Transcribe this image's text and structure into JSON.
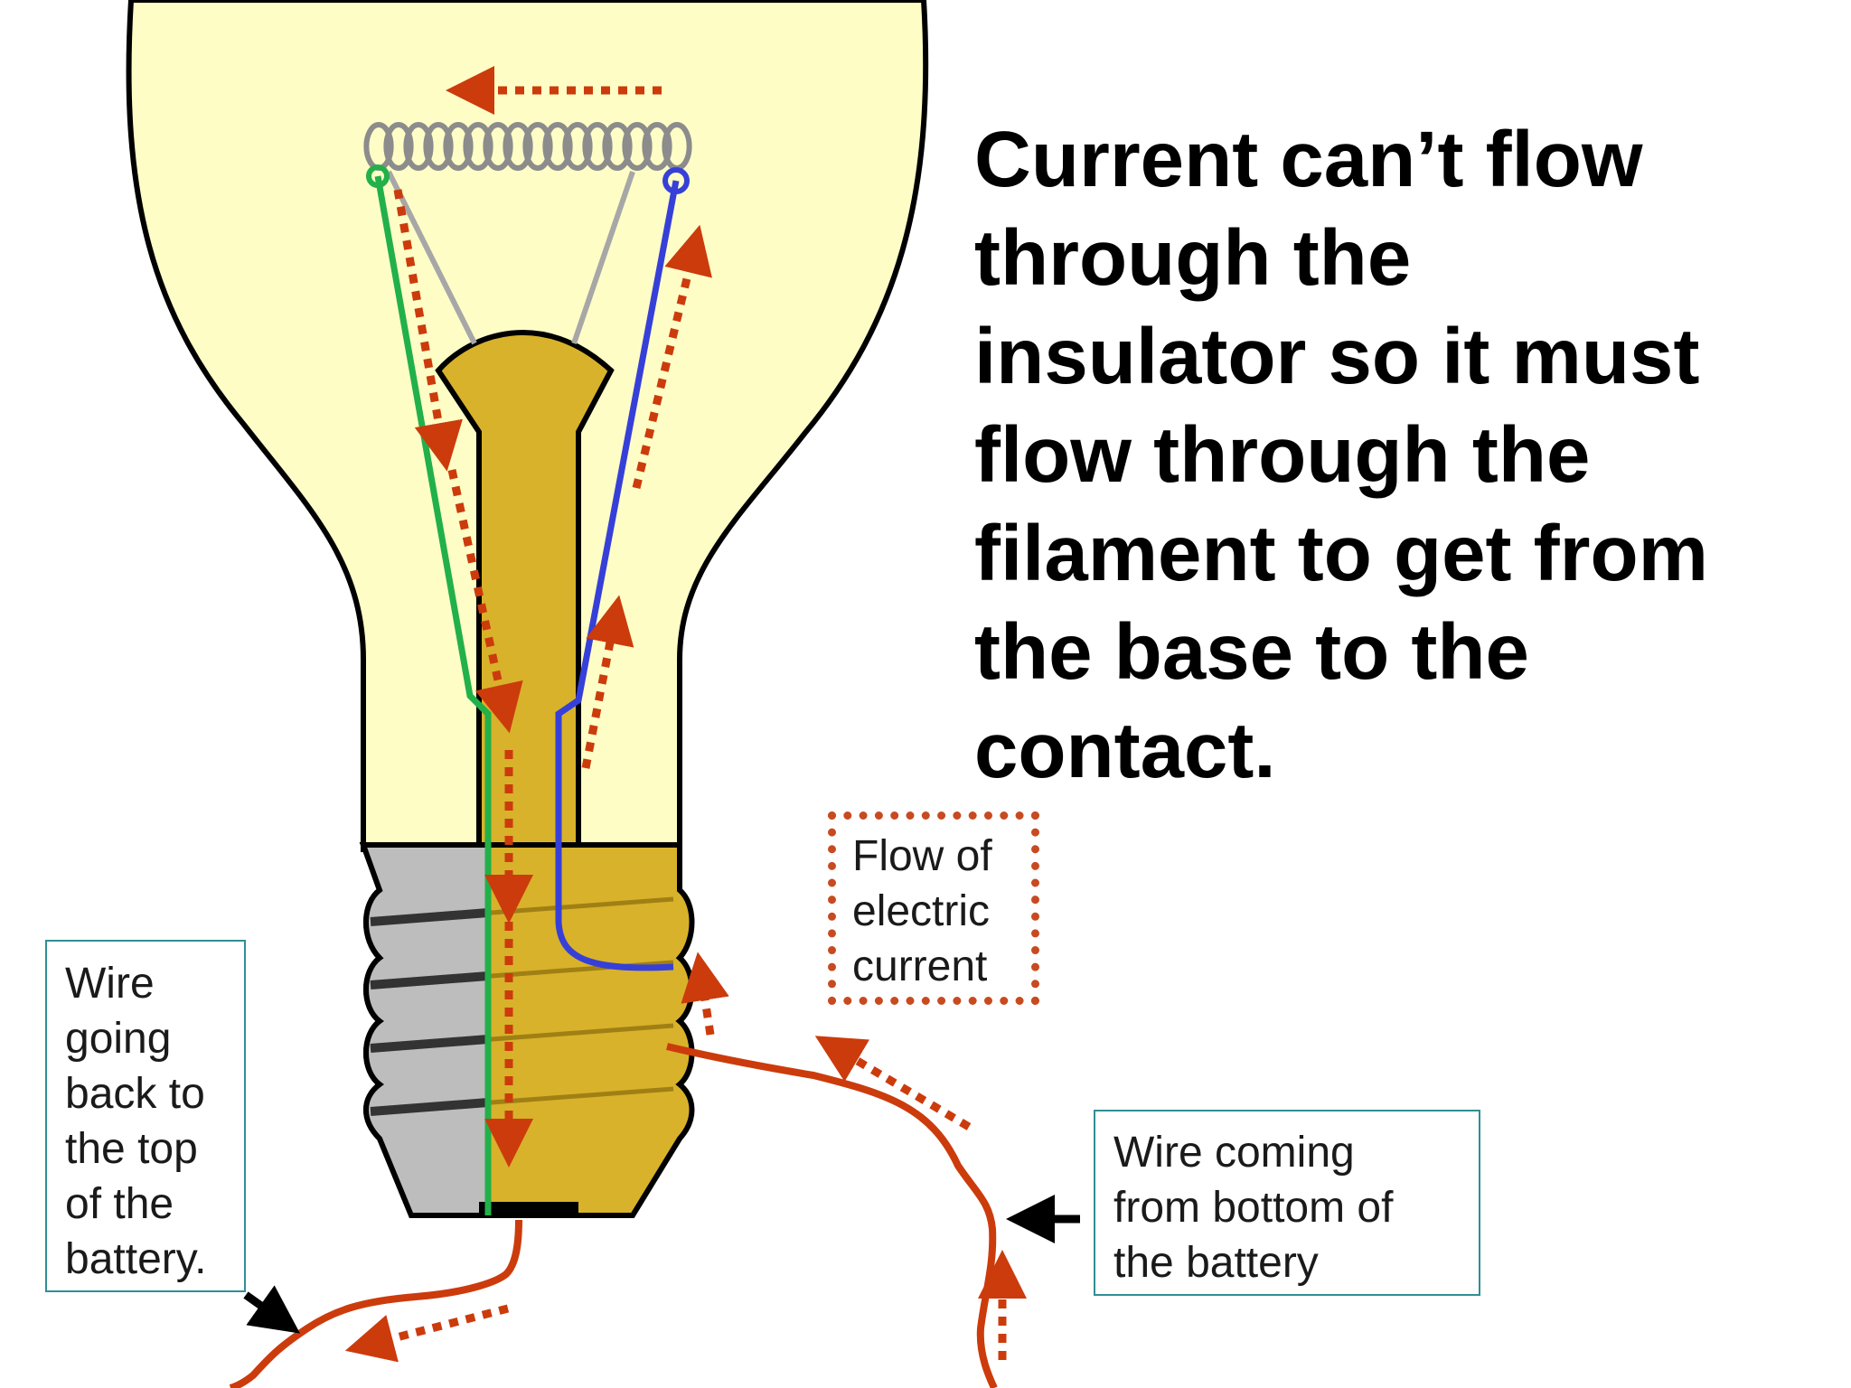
{
  "headline": {
    "lines": [
      "Current can’t flow",
      "through the",
      "insulator so it must",
      "flow through the",
      "filament to get from",
      "the base to the",
      "contact."
    ]
  },
  "labels": {
    "flow_legend": [
      "Flow of",
      "electric",
      "current"
    ],
    "wire_back": [
      "Wire",
      "going",
      "back to",
      "the top",
      "of the",
      "battery."
    ],
    "wire_from": [
      "Wire coming",
      "from bottom of",
      "the battery"
    ]
  },
  "colors": {
    "bulb_glass": "#fefdc6",
    "bulb_outline": "#000000",
    "insulator_stem": "#d8b22a",
    "screw_base": "#d8b22a",
    "screw_threads_gray": "#bdbdbd",
    "wire_green": "#22b04a",
    "wire_blue": "#3640d8",
    "support_gray": "#a7a7a7",
    "filament_gray": "#8c8c8c",
    "external_wire": "#cc3b0c",
    "current_arrows": "#cc3b0c",
    "label_border": "#2f8f95",
    "pointer_arrow": "#000000"
  }
}
